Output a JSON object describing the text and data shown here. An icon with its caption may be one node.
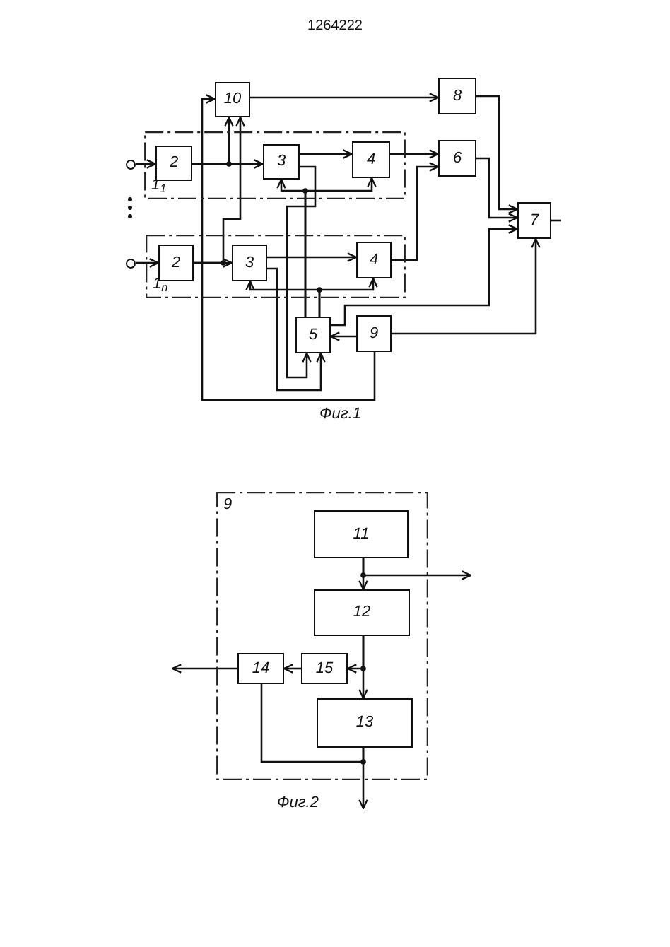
{
  "diagram": {
    "title": "1264222",
    "nodes": [
      {
        "text": [
          "10"
        ]
      },
      {
        "text": [
          "8"
        ]
      },
      {
        "text": [
          "1$_{1}$"
        ]
      },
      {
        "text": [
          "2"
        ],
        "in": 2
      },
      {
        "text": [
          "3"
        ],
        "in": 2
      },
      {
        "text": [
          "4"
        ],
        "in": 2
      },
      {
        "text": [
          "6"
        ]
      },
      {
        "text": [
          "7"
        ]
      },
      {
        "text": [
          "1$_{n}$"
        ]
      },
      {
        "text": [
          "2"
        ],
        "in": 8
      },
      {
        "text": [
          "3"
        ],
        "in": 8
      },
      {
        "text": [
          "4"
        ],
        "in": 8
      },
      {
        "text": [
          "5"
        ]
      },
      {
        "text": [
          "9"
        ]
      },
      {
        "text": [],
        "shape": "circle"
      },
      {
        "text": [],
        "shape": "circle"
      },
      {
        "text": [
          "9"
        ]
      },
      {
        "text": [
          "11"
        ],
        "in": 16
      },
      {
        "text": [
          "12"
        ],
        "in": 16
      },
      {
        "text": [
          "14"
        ],
        "in": 16
      },
      {
        "text": [
          "15"
        ],
        "in": 16
      },
      {
        "text": [
          "13"
        ],
        "in": 16
      }
    ],
    "edges": [
      {
        "from": 14,
        "to": 3,
        "arrow": "to"
      },
      {
        "from": 3,
        "to": 4,
        "arrow": "to"
      },
      {
        "from": 3,
        "to": 0,
        "arrow": "to"
      },
      {
        "from": 4,
        "to": 5,
        "arrow": "to"
      },
      {
        "from": 5,
        "to": 6,
        "arrow": "to"
      },
      {
        "from": 11,
        "to": 6,
        "arrow": "to"
      },
      {
        "from": 0,
        "to": 1,
        "arrow": "to"
      },
      {
        "from": 1,
        "to": 7,
        "arrow": "to"
      },
      {
        "from": 6,
        "to": 7,
        "arrow": "to"
      },
      {
        "from": 12,
        "to": 7,
        "arrow": "to"
      },
      {
        "from": 13,
        "to": 7,
        "arrow": "to"
      },
      {
        "from": 13,
        "to": 12,
        "arrow": "to"
      },
      {
        "from": 13,
        "to": 0,
        "arrow": "to"
      },
      {
        "from": 9,
        "to": 10,
        "arrow": "to"
      },
      {
        "from": 9,
        "to": 0,
        "arrow": "to"
      },
      {
        "from": 10,
        "to": 11,
        "arrow": "to"
      },
      {
        "from": 4,
        "to": 12,
        "arrow": "to"
      },
      {
        "from": 10,
        "to": 12,
        "arrow": "to"
      },
      {
        "from": 12,
        "to": 4,
        "arrow": "to"
      },
      {
        "from": 12,
        "to": 5,
        "arrow": "to"
      },
      {
        "from": 12,
        "to": 10,
        "arrow": "to"
      },
      {
        "from": 12,
        "to": 11,
        "arrow": "to"
      },
      {
        "from": 7,
        "to": null,
        "arrow": "none"
      },
      {
        "from": 15,
        "to": 9,
        "arrow": "to"
      },
      {
        "from": 17,
        "to": 18,
        "arrow": "to"
      },
      {
        "from": 17,
        "to": null,
        "arrow": "to"
      },
      {
        "from": 18,
        "to": 21,
        "arrow": "to"
      },
      {
        "from": 18,
        "to": 20,
        "arrow": "to"
      },
      {
        "from": 20,
        "to": 19,
        "arrow": "to"
      },
      {
        "from": 19,
        "to": null,
        "arrow": "to"
      },
      {
        "from": 21,
        "to": null,
        "arrow": "to"
      },
      {
        "from": 21,
        "to": 19,
        "arrow": "none"
      }
    ],
    "labels": [
      "Фиг.1",
      "Фиг.2"
    ]
  }
}
